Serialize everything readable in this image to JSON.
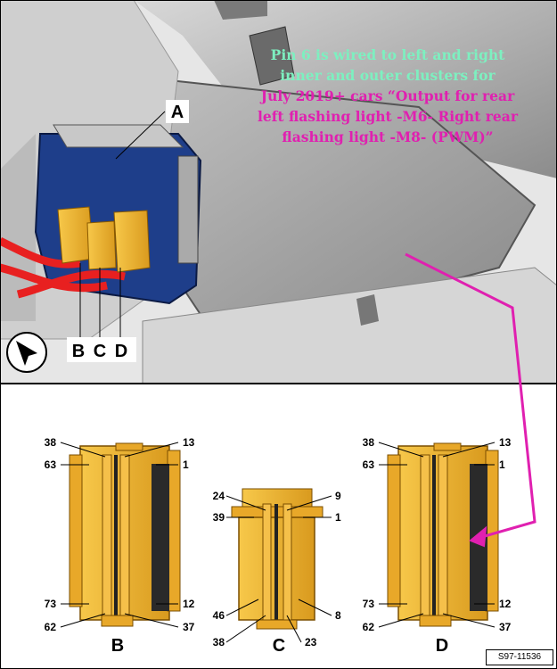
{
  "annotation": {
    "line1": "Pin 6 is wired to left and right",
    "line2": "inner and outer clusters for",
    "line3": "July 2019+ cars “Output for rear",
    "line4": "left flashing light -M6- Right rear",
    "line5": "flashing light -M8- (PWM)”"
  },
  "top_labels": {
    "a": "A",
    "b": "B",
    "c": "C",
    "d": "D"
  },
  "connector_b": {
    "label": "B",
    "p38": "38",
    "p13": "13",
    "p63": "63",
    "p1": "1",
    "p73": "73",
    "p12": "12",
    "p62": "62",
    "p37": "37"
  },
  "connector_c": {
    "label": "C",
    "p24": "24",
    "p9": "9",
    "p39": "39",
    "p1": "1",
    "p46": "46",
    "p8": "8",
    "p38": "38",
    "p23": "23"
  },
  "connector_d": {
    "label": "D",
    "p38": "38",
    "p13": "13",
    "p63": "63",
    "p1": "1",
    "p73": "73",
    "p12": "12",
    "p62": "62",
    "p37": "37"
  },
  "figure_ref": "S97-11536",
  "colors": {
    "connector": "#f0b030",
    "module": "#1e3e8a",
    "arrow": "#e020b0",
    "wire": "#e82020"
  }
}
